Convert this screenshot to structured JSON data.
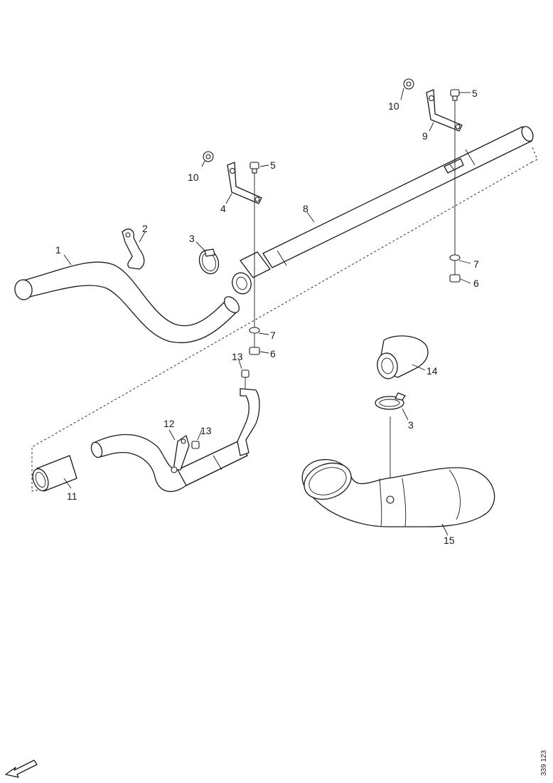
{
  "callouts": {
    "c1": "1",
    "c2": "2",
    "c3a": "3",
    "c3b": "3",
    "c4": "4",
    "c5a": "5",
    "c5b": "5",
    "c6a": "6",
    "c6b": "6",
    "c7a": "7",
    "c7b": "7",
    "c8": "8",
    "c9": "9",
    "c10a": "10",
    "c10b": "10",
    "c11": "11",
    "c12": "12",
    "c13a": "13",
    "c13b": "13",
    "c14": "14",
    "c15": "15"
  },
  "drawing_code": "339 123",
  "icons": {
    "orientation": "front-arrow-icon"
  }
}
